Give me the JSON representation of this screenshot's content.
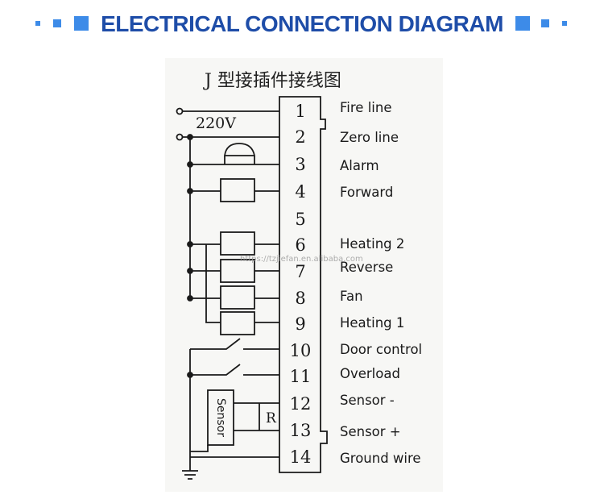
{
  "banner": {
    "title": "ELECTRICAL CONNECTION DIAGRAM",
    "accent_color": "#3d8be8",
    "title_color": "#1e4da8"
  },
  "diagram": {
    "title": "J 型接插件接线图",
    "voltage_label": "220V",
    "resistor_label": "R",
    "sensor_label": "Sensor",
    "pins": [
      "1",
      "2",
      "3",
      "4",
      "5",
      "6",
      "7",
      "8",
      "9",
      "10",
      "11",
      "12",
      "13",
      "14"
    ],
    "labels": {
      "1": "Fire line",
      "2": "Zero line",
      "3": "Alarm",
      "4": "Forward",
      "6": "Heating 2",
      "7": "Reverse",
      "8": "Fan",
      "9": "Heating 1",
      "10": "Door control",
      "11": "Overload",
      "12": "Sensor -",
      "13": "Sensor  +",
      "14": "Ground wire"
    }
  },
  "watermark": "https://tzjiefan.en.alibaba.com"
}
